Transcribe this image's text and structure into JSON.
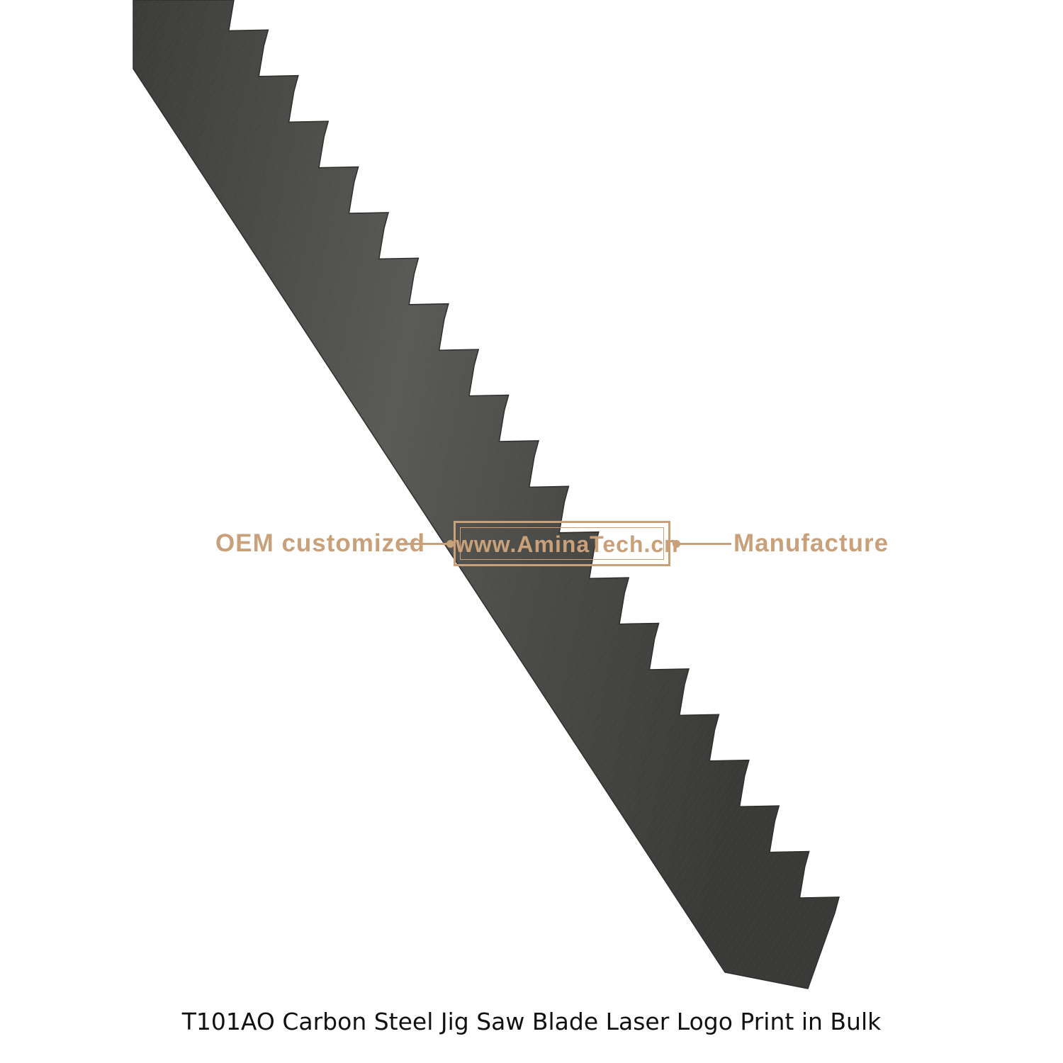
{
  "watermark": {
    "left_text": "OEM customized",
    "site": "www.AminaTech.cn",
    "right_text": "Manufacture",
    "color": "#c8a07a"
  },
  "caption": "T101AO Carbon Steel Jig Saw Blade Laser Logo Print in Bulk",
  "colors": {
    "background": "#ffffff",
    "blade": "#4a4a48",
    "caption_text": "#111111"
  }
}
